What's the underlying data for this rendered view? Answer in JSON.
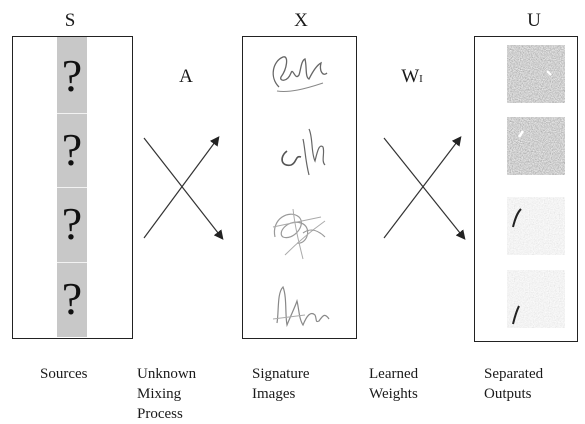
{
  "stages": {
    "sources": {
      "letter": "S",
      "caption": [
        "Sources"
      ],
      "placeholder_glyph": "?",
      "count": 4
    },
    "mixing": {
      "letter": "A",
      "caption": [
        "Unknown",
        "Mixing",
        "Process"
      ]
    },
    "signatures": {
      "letter": "X",
      "caption": [
        "Signature",
        "Images"
      ]
    },
    "weights": {
      "letter": "W",
      "subscript": "I",
      "caption": [
        "Learned",
        "Weights"
      ]
    },
    "outputs": {
      "letter": "U",
      "caption": [
        "Separated",
        "Outputs"
      ]
    }
  },
  "colors": {
    "box_border": "#222222",
    "source_column": "#c8c8c8",
    "output_dark": "#3a3a3a",
    "output_light": "#dcdcdc"
  },
  "icons": [
    "question-mark",
    "signature",
    "crossed-arrows",
    "noise-tile"
  ]
}
